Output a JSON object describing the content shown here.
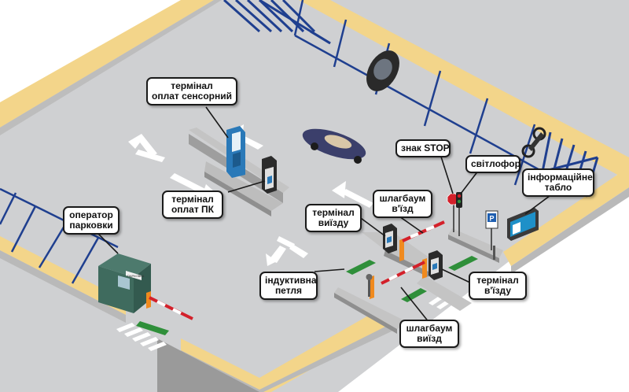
{
  "colors": {
    "asphalt": "#cfd0d2",
    "curb_yellow": "#f3d58a",
    "curb_side": "#c9c9c9",
    "parking_line": "#1f3f8f",
    "road_arrow": "#ffffff",
    "inductive_loop": "#2f8f3a",
    "barrier_red": "#d3202a",
    "terminal_blue": "#2a79b8",
    "booth": "#3f6b5e"
  },
  "labels": {
    "touch_terminal": [
      "термінал",
      "оплат сенсорний"
    ],
    "pc_terminal": [
      "термінал",
      "оплат ПК"
    ],
    "operator": [
      "оператор",
      "парковки"
    ],
    "exit_terminal": [
      "термінал",
      "виїзду"
    ],
    "entry_barrier": [
      "шлагбаум",
      "в'їзд"
    ],
    "stop_sign": [
      "знак STOP"
    ],
    "traffic_light": [
      "світлофор"
    ],
    "info_board": [
      "інформаційне",
      "табло"
    ],
    "inductive_loop": [
      "індуктивна",
      "петля"
    ],
    "entry_terminal": [
      "термінал",
      "в'їзду"
    ],
    "exit_barrier": [
      "шлагбаум",
      "виїзд"
    ]
  },
  "sign_texts": {
    "parking_sign": "P",
    "stop": "STOP",
    "booth_sign": "ПАРКОВКА"
  }
}
